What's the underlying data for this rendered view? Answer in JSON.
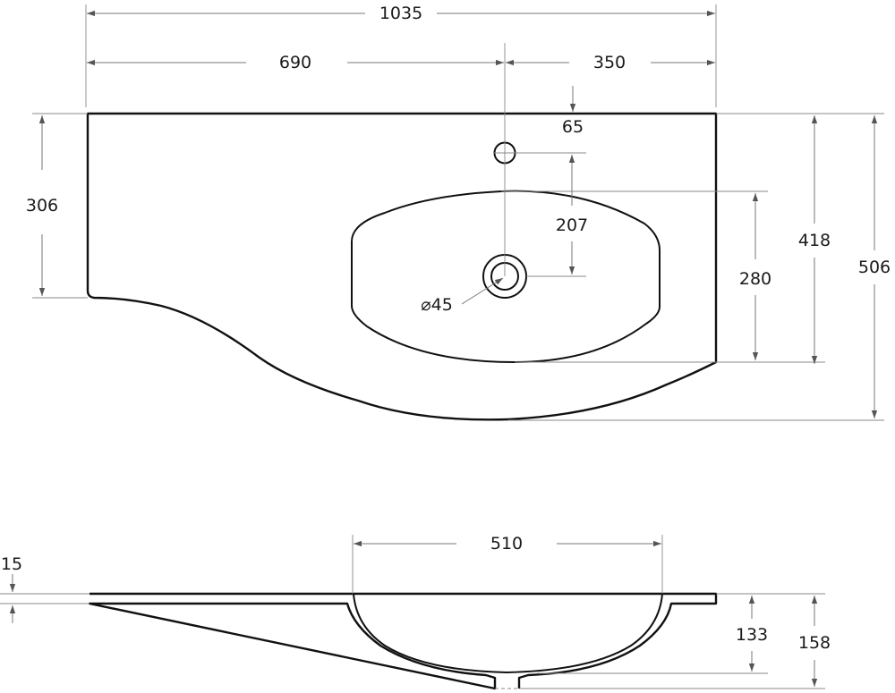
{
  "dimensions": {
    "overall_width": "1035",
    "left_part": "690",
    "right_part": "350",
    "tap_hole_offset": "65",
    "left_depth": "306",
    "tap_to_drain": "207",
    "bowl_depth": "280",
    "drain_diameter": "⌀45",
    "mid_depth": "418",
    "max_depth": "506",
    "bowl_width": "510",
    "slab_thickness": "15",
    "bowl_height": "133",
    "total_height": "158"
  }
}
